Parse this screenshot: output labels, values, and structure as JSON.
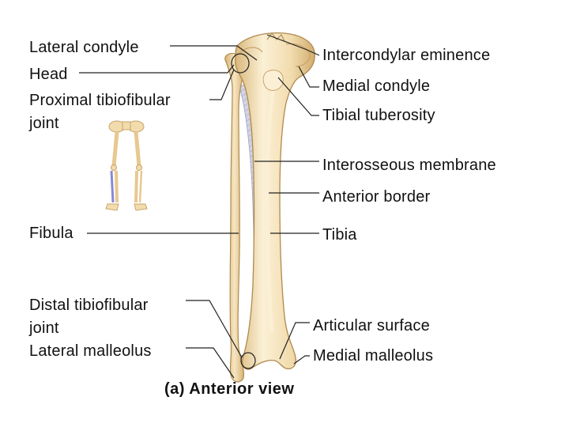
{
  "labels": {
    "lateral_condyle": "Lateral condyle",
    "head": "Head",
    "proximal_tibiofibular_joint_1": "Proximal tibiofibular",
    "proximal_tibiofibular_joint_2": "joint",
    "intercondylar_eminence": "Intercondylar eminence",
    "medial_condyle": "Medial condyle",
    "tibial_tuberosity": "Tibial tuberosity",
    "interosseous_membrane": "Interosseous membrane",
    "anterior_border": "Anterior border",
    "fibula": "Fibula",
    "tibia": "Tibia",
    "distal_tibiofibular_joint_1": "Distal tibiofibular",
    "distal_tibiofibular_joint_2": "joint",
    "lateral_malleolus": "Lateral malleolus",
    "articular_surface": "Articular surface",
    "medial_malleolus": "Medial malleolus"
  },
  "caption": "(a) Anterior view",
  "colors": {
    "bone": "#f2dcae",
    "bone_shade": "#d9b77a",
    "bone_highlight": "#fbf0d6",
    "membrane": "#c9ccde",
    "fibula_highlight": "#8888d6",
    "leader": "#222222"
  }
}
